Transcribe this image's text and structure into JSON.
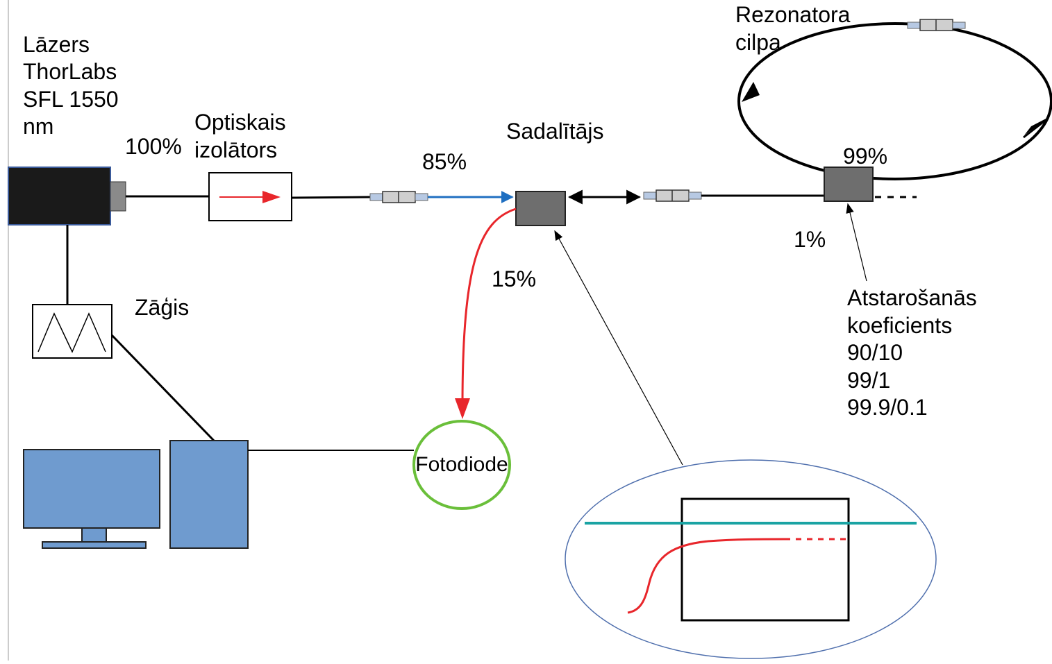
{
  "labels": {
    "laser": [
      "Lāzers",
      "ThorLabs",
      "SFL 1550",
      "nm"
    ],
    "pct_100": "100%",
    "isolator": [
      "Optiskais",
      "izolātors"
    ],
    "pct_85": "85%",
    "splitter": "Sadalītājs",
    "resonator": [
      "Rezonatora",
      "cilpa"
    ],
    "pct_99": "99%",
    "pct_1": "1%",
    "pct_15": "15%",
    "sawtooth": "Zāģis",
    "photodiode": "Fotodiode",
    "reflection": [
      "Atstarošanās",
      "koeficients",
      "90/10",
      "99/1",
      "99.9/0.1"
    ]
  },
  "colors": {
    "laser_body": "#1a1a1a",
    "computer_blue": "#6f9bcf",
    "fiber_blue": "#1f6fc1",
    "signal_red": "#e8262b",
    "photodiode_green": "#6abf3a",
    "inset_teal": "#1aa3a3",
    "inset_ellipse": "#4f6fad",
    "coupler_gray": "#6e6e6e",
    "connector_gray": "#cfcfcf",
    "connector_blue": "#b7c9e3"
  },
  "icons": [
    "laser-icon",
    "isolator-icon",
    "connector-icon",
    "coupler-icon",
    "sawtooth-generator-icon",
    "monitor-icon",
    "computer-tower-icon",
    "photodiode-icon",
    "oscilloscope-inset-icon"
  ]
}
